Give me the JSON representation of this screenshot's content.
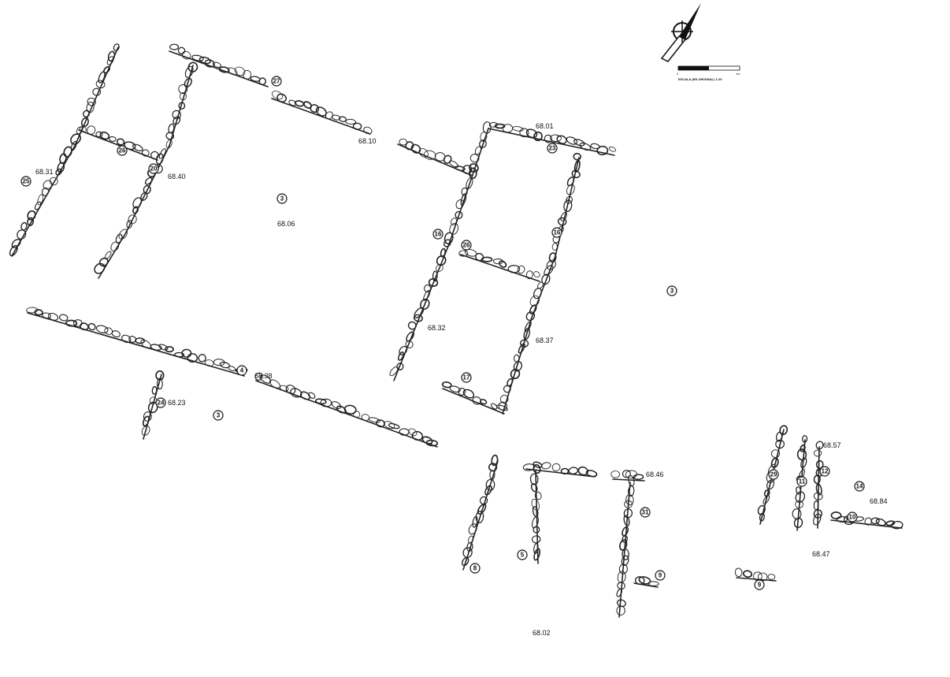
{
  "plan": {
    "units": [
      {
        "id": "u27",
        "label": "27"
      },
      {
        "id": "u26a",
        "label": "26"
      },
      {
        "id": "u20",
        "label": "20"
      },
      {
        "id": "u25",
        "label": "25"
      },
      {
        "id": "u3a",
        "label": "3"
      },
      {
        "id": "u23",
        "label": "23"
      },
      {
        "id": "u16a",
        "label": "16"
      },
      {
        "id": "u26b",
        "label": "26"
      },
      {
        "id": "u16b",
        "label": "16"
      },
      {
        "id": "u3b",
        "label": "3"
      },
      {
        "id": "u4",
        "label": "4"
      },
      {
        "id": "u24",
        "label": "24"
      },
      {
        "id": "u3c",
        "label": "3"
      },
      {
        "id": "u17",
        "label": "17"
      },
      {
        "id": "u29",
        "label": "29"
      },
      {
        "id": "u11",
        "label": "11"
      },
      {
        "id": "u12",
        "label": "12"
      },
      {
        "id": "u14",
        "label": "14"
      },
      {
        "id": "u10",
        "label": "10"
      },
      {
        "id": "u31",
        "label": "31"
      },
      {
        "id": "u5",
        "label": "5"
      },
      {
        "id": "u8",
        "label": "8"
      },
      {
        "id": "u9a",
        "label": "9"
      },
      {
        "id": "u9b",
        "label": "9"
      }
    ],
    "elevations": [
      {
        "id": "e1",
        "label": "68.01"
      },
      {
        "id": "e2",
        "label": "68.10"
      },
      {
        "id": "e3",
        "label": "68.31"
      },
      {
        "id": "e4",
        "label": "68.40"
      },
      {
        "id": "e5",
        "label": "68.06"
      },
      {
        "id": "e6",
        "label": "68.32"
      },
      {
        "id": "e7",
        "label": "68.37"
      },
      {
        "id": "e8",
        "label": "68.38"
      },
      {
        "id": "e9",
        "label": "68.23"
      },
      {
        "id": "e10",
        "label": "68.57"
      },
      {
        "id": "e11",
        "label": "68.46"
      },
      {
        "id": "e12",
        "label": "68.84"
      },
      {
        "id": "e13",
        "label": "68.47"
      },
      {
        "id": "e14",
        "label": "68.02"
      }
    ],
    "scale": {
      "label": "ESCALA (EN ORIGINAL) 1:20",
      "start": "0",
      "end": "1m"
    },
    "north_arrow_icon": "north-arrow-icon"
  }
}
